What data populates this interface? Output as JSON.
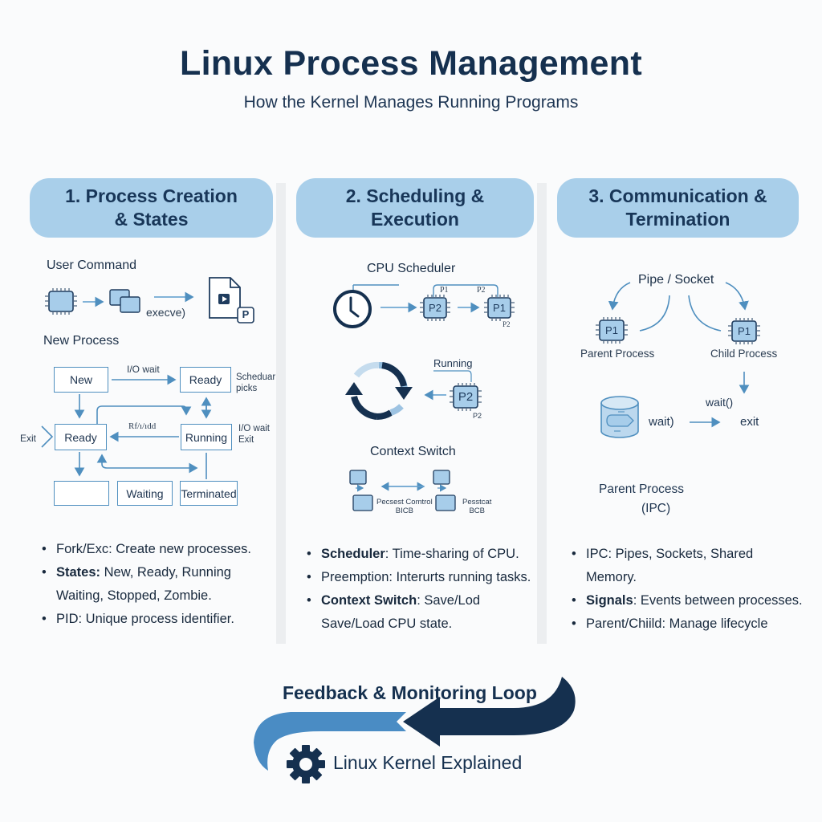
{
  "header": {
    "title": "Linux Process Management",
    "subtitle": "How the Kernel Manages Running Programs"
  },
  "colors": {
    "header_fill": "#a9cfea",
    "dark_navy": "#15304f",
    "accent_blue": "#4f8fbf",
    "light_blue": "#4a8cc4",
    "chip_fill": "#a7cdea"
  },
  "columns": [
    {
      "header": "1. Process Creation\n& States",
      "diagram": {
        "user_command": "User Command",
        "execve": "execve)",
        "file_badge": "P",
        "new_process": "New Process",
        "states": {
          "new": "New",
          "ready_top": "Ready",
          "ready_mid": "Ready",
          "running": "Running",
          "blank": "",
          "waiting": "Waiting",
          "terminated": "Terminated"
        },
        "edge_labels": {
          "io_wait_top": "I/O wait",
          "scheduler_picks": "Scheduar\npicks",
          "garbled": "Rf/ı/ıdd",
          "io_wait_right": "I/O wait",
          "exit_right": "Exit",
          "exit_left": "Exit"
        }
      },
      "bullets": [
        {
          "bold": "",
          "text": "Fork/Exc: Create new processes."
        },
        {
          "bold": "States:",
          "text": " New, Ready, Running"
        },
        {
          "bold": "",
          "text": "Waiting, Stopped, Zombie.",
          "continuation": true
        },
        {
          "bold": "",
          "text": "PID: Unique process identifier."
        }
      ]
    },
    {
      "header": "2. Scheduling &\nExecution",
      "diagram": {
        "cpu_scheduler": "CPU Scheduler",
        "chip_a": "P2",
        "chip_b": "P1",
        "bracket_left": "P1",
        "bracket_right": "P2",
        "chip_b_sub": "P2",
        "running": "Running",
        "chip_c": "P2",
        "chip_c_sub": "P2",
        "context_switch": "Context Switch",
        "pcb_left": "Pecsest Comtrol\nBICB",
        "pcb_right": "Pesstcat\nBCB"
      },
      "bullets": [
        {
          "bold": "Scheduler",
          "text": ": Time-sharing of CPU."
        },
        {
          "bold": "",
          "text": "Preemption: Interurts running tasks."
        },
        {
          "bold": "Context Switch",
          "text": ": Save/Lod"
        },
        {
          "bold": "",
          "text": "Save/Load CPU state.",
          "continuation": true
        }
      ]
    },
    {
      "header": "3. Communication &\nTermination",
      "diagram": {
        "pipe_socket": "Pipe / Socket",
        "parent_chip": "P1",
        "child_chip": "P1",
        "parent_process": "Parent Process",
        "child_process": "Child Process",
        "wait_call": "wait()",
        "wait_paren": "wait)",
        "exit": "exit",
        "parent_process_ipc": "Parent Process",
        "ipc": "(IPC)"
      },
      "bullets": [
        {
          "bold": "",
          "text": "IPC: Pipes, Sockets, Shared"
        },
        {
          "bold": "",
          "text": "Memory.",
          "continuation": true
        },
        {
          "bold": "Signals",
          "text": ": Events between processes."
        },
        {
          "bold": "",
          "text": "Parent/Chiild: Manage lifecycle"
        }
      ]
    }
  ],
  "footer": {
    "loop_label": "Feedback & Monitoring Loop",
    "brand": "Linux Kernel Explained",
    "brand_icon": "gear-icon"
  }
}
